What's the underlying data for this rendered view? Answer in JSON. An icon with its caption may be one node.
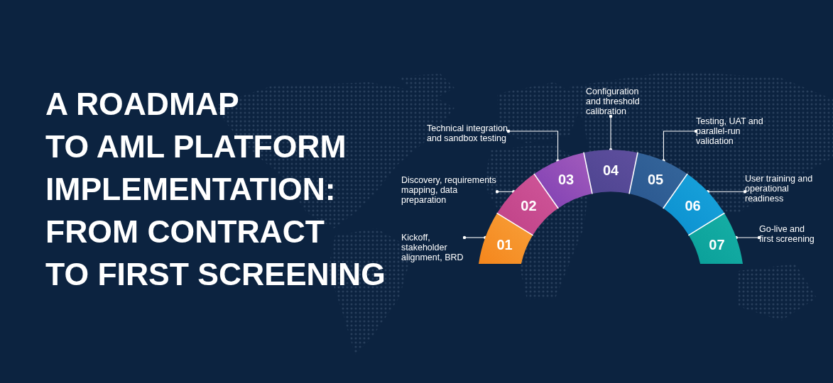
{
  "diagram": {
    "title": "A ROADMAP TO AML PLATFORM IMPLEMENTATION: FROM CONTRACT TO FIRST SCREENING",
    "nodes": [
      {
        "text": [
          "01"
        ]
      },
      {
        "text": [
          "02"
        ]
      },
      {
        "text": [
          "03"
        ]
      },
      {
        "text": [
          "04"
        ]
      },
      {
        "text": [
          "05"
        ]
      },
      {
        "text": [
          "06"
        ]
      },
      {
        "text": [
          "07"
        ]
      },
      {
        "text": [
          "Kickoff, stakeholder alignment, BRD"
        ]
      },
      {
        "text": [
          "Discovery, requirements mapping, data preparation"
        ]
      },
      {
        "text": [
          "Technical integration and sandbox testing"
        ]
      },
      {
        "text": [
          "Configuration and threshold calibration"
        ]
      },
      {
        "text": [
          "Testing, UAT and parallel-run validation"
        ]
      },
      {
        "text": [
          "User training and operational readiness"
        ]
      },
      {
        "text": [
          "Go-live and first screening"
        ]
      }
    ],
    "edges": [
      {
        "from": 7,
        "to": 0,
        "arrow": "other"
      },
      {
        "from": 8,
        "to": 1,
        "arrow": "other"
      },
      {
        "from": 9,
        "to": 2,
        "arrow": "other"
      },
      {
        "from": 10,
        "to": 3,
        "arrow": "other"
      },
      {
        "from": 11,
        "to": 4,
        "arrow": "other"
      },
      {
        "from": 12,
        "to": 5,
        "arrow": "other"
      },
      {
        "from": 13,
        "to": 6,
        "arrow": "other"
      }
    ]
  }
}
